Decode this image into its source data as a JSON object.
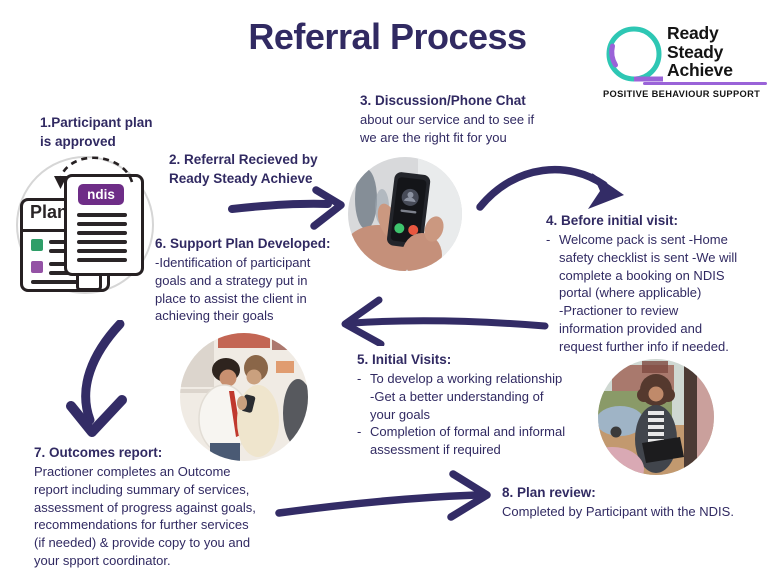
{
  "title": "Referral Process",
  "logo": {
    "name": "Ready\nSteady\nAchieve",
    "tagline": "POSITIVE BEHAVIOUR SUPPORT",
    "colors": {
      "teal": "#2EC7B4",
      "purple": "#9A63D8",
      "text": "#141414"
    }
  },
  "colors": {
    "navy_text": "#312A62",
    "arrow_navy": "#332C66"
  },
  "plan_illustration": {
    "plan_label": "Plan",
    "ndis_label": "ndis",
    "ndis_badge_color": "#6E2D87",
    "check_green": "#2F9E68",
    "check_purple": "#9452A5"
  },
  "steps": {
    "s1": {
      "heading": "1.Participant plan\nis approved"
    },
    "s2": {
      "heading": "2. Referral Recieved by\nReady Steady Achieve"
    },
    "s3": {
      "heading": "3. Discussion/Phone Chat",
      "body": "about our service and to see if\nwe are the right fit for you"
    },
    "s4": {
      "heading": "4. Before initial visit:",
      "bullet_marker": "-",
      "bullets": [
        "Welcome pack is sent -Home\nsafety checklist is sent -We will\ncomplete a booking on NDIS\nportal (where applicable)\n-Practioner to review\ninformation provided and\nrequest further info if needed."
      ]
    },
    "s5": {
      "heading": "5. Initial Visits:",
      "bullet_marker": "-",
      "bullets": [
        "To develop a working relationship\n-Get a better understanding of\nyour goals",
        "Completion of formal and informal\nassessment if required"
      ]
    },
    "s6": {
      "heading": "6. Support Plan Developed:",
      "body": "-Identification of participant\ngoals and a strategy put in\nplace to assist the client in\nachieving their goals"
    },
    "s7": {
      "heading": "7. Outcomes report:",
      "body": "Practioner completes an Outcome\nreport including summary of services,\nassessment of progress against goals,\nrecommendations for further services\n(if needed) & provide copy to you and\nyour spport coordinator."
    },
    "s8": {
      "heading": "8. Plan review:",
      "body": "Completed by Participant with the NDIS."
    }
  },
  "photos": {
    "phone_call": "hand holding phone with incoming call screen",
    "clients": "two people looking at a phone in a shop",
    "practitioner": "practitioner with folder at a doorway"
  }
}
